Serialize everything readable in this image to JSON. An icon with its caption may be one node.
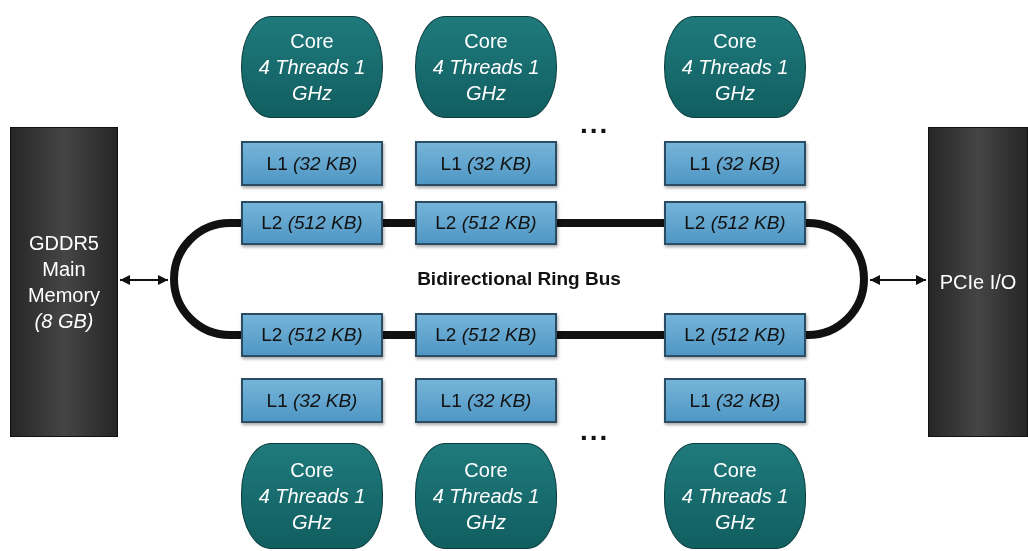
{
  "diagram": {
    "nodes": [
      {
        "text": [
          "GDDR5 Main Memory",
          "(8 GB)"
        ]
      },
      {
        "text": [
          "Bidirectional Ring Bus"
        ]
      },
      {
        "text": [
          "PCIe I/O"
        ]
      },
      {
        "text": [
          "Core",
          "4 Threads 1 GHz"
        ]
      },
      {
        "text": [
          "Core",
          "4 Threads 1 GHz"
        ]
      },
      {
        "text": [
          "Core",
          "4 Threads 1 GHz"
        ]
      },
      {
        "text": [
          "L1 *(32 KB)*"
        ]
      },
      {
        "text": [
          "L1 *(32 KB)*"
        ]
      },
      {
        "text": [
          "L1 *(32 KB)*"
        ]
      },
      {
        "text": [
          "L2 *(512 KB)*"
        ]
      },
      {
        "text": [
          "L2 *(512 KB)*"
        ]
      },
      {
        "text": [
          "L2 *(512 KB)*"
        ]
      },
      {
        "text": [
          "L2 *(512 KB)*"
        ]
      },
      {
        "text": [
          "L2 *(512 KB)*"
        ]
      },
      {
        "text": [
          "L2 *(512 KB)*"
        ]
      },
      {
        "text": [
          "L1 *(32 KB)*"
        ]
      },
      {
        "text": [
          "L1 *(32 KB)*"
        ]
      },
      {
        "text": [
          "L1 *(32 KB)*"
        ]
      },
      {
        "text": [
          "Core",
          "4 Threads 1 GHz"
        ]
      },
      {
        "text": [
          "Core",
          "4 Threads 1 GHz"
        ]
      },
      {
        "text": [
          "Core",
          "4 Threads 1 GHz"
        ]
      }
    ],
    "edges": [
      {
        "from": 0,
        "to": 1,
        "arrow": "both"
      },
      {
        "from": 1,
        "to": 2,
        "arrow": "both"
      }
    ],
    "labels": [
      "...",
      "..."
    ]
  }
}
